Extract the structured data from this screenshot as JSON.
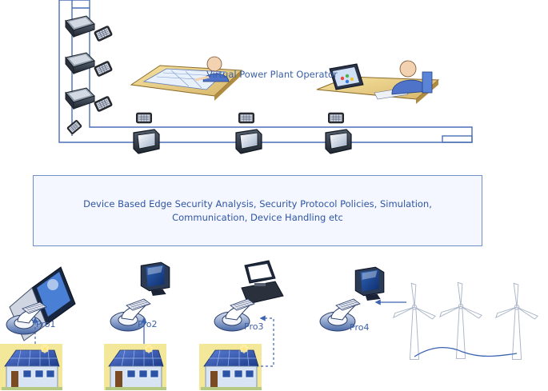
{
  "operator_label": "Virtual Power Plant Operator",
  "summary_text": "Device Based Edge Security Analysis, Security Protocol Policies, Simulation, Communication, Device Handling etc",
  "prosumers": [
    {
      "label": "Pro1",
      "device": "laptop"
    },
    {
      "label": "Pro2",
      "device": "desktop"
    },
    {
      "label": "Pro3",
      "device": "workstation"
    },
    {
      "label": "Pro4",
      "device": "desktop"
    }
  ],
  "icons": {
    "server": "server-icon",
    "operator": "operator-icon",
    "house": "solar-house-icon",
    "turbine": "wind-turbine-icon",
    "tablet": "tablet-icon",
    "monitor": "monitor-icon"
  },
  "colors": {
    "network_line": "#4a6fb5",
    "box_border": "#6f8fc8",
    "text": "#2f55a4"
  }
}
